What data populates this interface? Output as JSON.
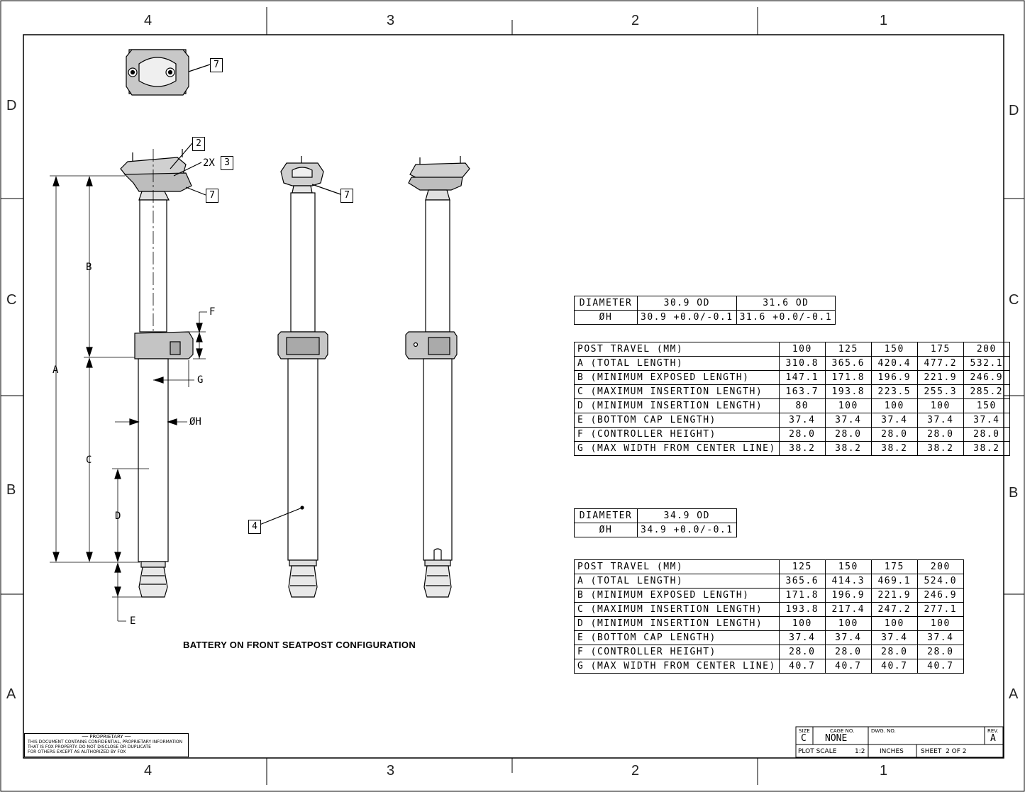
{
  "zones": {
    "columns": [
      "4",
      "3",
      "2",
      "1"
    ],
    "rows": [
      "D",
      "C",
      "B",
      "A"
    ]
  },
  "callouts": {
    "item2": "2",
    "item3": "3",
    "item3_qty": "2X",
    "item4": "4",
    "item7": "7"
  },
  "dimension_labels": {
    "a": "A",
    "b": "B",
    "c": "C",
    "d": "D",
    "e": "E",
    "f": "F",
    "g": "G",
    "h": "ØH"
  },
  "caption": "BATTERY ON FRONT SEATPOST CONFIGURATION",
  "diameter_table_1": {
    "rows": [
      [
        "DIAMETER",
        "30.9 OD",
        "31.6 OD"
      ],
      [
        "ØH",
        "30.9 +0.0/-0.1",
        "31.6 +0.0/-0.1"
      ]
    ]
  },
  "travel_table_1": {
    "header": [
      "POST TRAVEL (MM)",
      "100",
      "125",
      "150",
      "175",
      "200"
    ],
    "rows": [
      [
        "A (TOTAL LENGTH)",
        "310.8",
        "365.6",
        "420.4",
        "477.2",
        "532.1"
      ],
      [
        "B (MINIMUM EXPOSED LENGTH)",
        "147.1",
        "171.8",
        "196.9",
        "221.9",
        "246.9"
      ],
      [
        "C (MAXIMUM INSERTION LENGTH)",
        "163.7",
        "193.8",
        "223.5",
        "255.3",
        "285.2"
      ],
      [
        "D (MINIMUM INSERTION LENGTH)",
        "80",
        "100",
        "100",
        "100",
        "150"
      ],
      [
        "E (BOTTOM CAP LENGTH)",
        "37.4",
        "37.4",
        "37.4",
        "37.4",
        "37.4"
      ],
      [
        "F (CONTROLLER HEIGHT)",
        "28.0",
        "28.0",
        "28.0",
        "28.0",
        "28.0"
      ],
      [
        "G (MAX WIDTH FROM CENTER LINE)",
        "38.2",
        "38.2",
        "38.2",
        "38.2",
        "38.2"
      ]
    ]
  },
  "diameter_table_2": {
    "rows": [
      [
        "DIAMETER",
        "34.9 OD"
      ],
      [
        "ØH",
        "34.9 +0.0/-0.1"
      ]
    ]
  },
  "travel_table_2": {
    "header": [
      "POST TRAVEL (MM)",
      "125",
      "150",
      "175",
      "200"
    ],
    "rows": [
      [
        "A (TOTAL LENGTH)",
        "365.6",
        "414.3",
        "469.1",
        "524.0"
      ],
      [
        "B (MINIMUM EXPOSED LENGTH)",
        "171.8",
        "196.9",
        "221.9",
        "246.9"
      ],
      [
        "C (MAXIMUM INSERTION LENGTH)",
        "193.8",
        "217.4",
        "247.2",
        "277.1"
      ],
      [
        "D (MINIMUM INSERTION LENGTH)",
        "100",
        "100",
        "100",
        "100"
      ],
      [
        "E (BOTTOM CAP LENGTH)",
        "37.4",
        "37.4",
        "37.4",
        "37.4"
      ],
      [
        "F (CONTROLLER HEIGHT)",
        "28.0",
        "28.0",
        "28.0",
        "28.0"
      ],
      [
        "G (MAX WIDTH FROM CENTER LINE)",
        "40.7",
        "40.7",
        "40.7",
        "40.7"
      ]
    ]
  },
  "proprietary": {
    "title": "PROPRIETARY",
    "lines": [
      "THIS DOCUMENT CONTAINS CONFIDENTIAL, PROPRIETARY INFORMATION",
      "THAT IS FOX PROPERTY.  DO NOT DISCLOSE OR DUPLICATE",
      "FOR OTHERS EXCEPT AS AUTHORIZED BY FOX"
    ]
  },
  "title_block": {
    "size_label": "SIZE",
    "size_value": "C",
    "cage_label": "CAGE NO.",
    "cage_value": "NONE",
    "dwg_label": "DWG. NO.",
    "rev_label": "REV.",
    "rev_value": "A",
    "plot_scale_label": "PLOT SCALE",
    "plot_scale_value": "1:2",
    "units": "INCHES",
    "sheet": "SHEET  2 OF 2"
  }
}
